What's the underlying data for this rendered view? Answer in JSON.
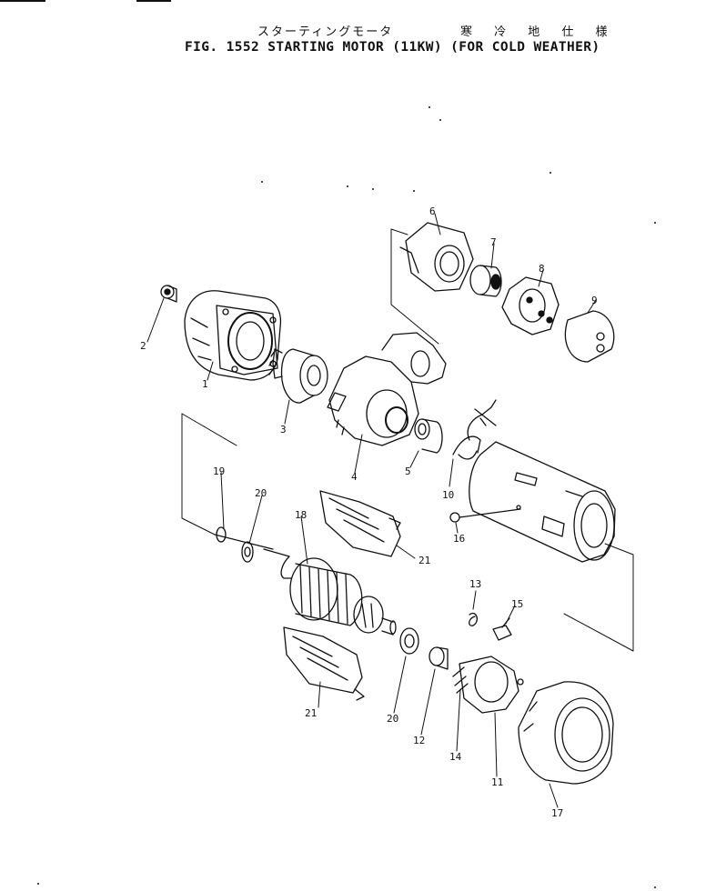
{
  "header": {
    "jp_name": "スターティングモータ",
    "jp_spec": "寒 冷 地 仕 様",
    "fig_title": "FIG. 1552  STARTING MOTOR (11KW) (FOR COLD WEATHER)"
  },
  "callouts": {
    "c1": "1",
    "c2": "2",
    "c3": "3",
    "c4": "4",
    "c5": "5",
    "c6": "6",
    "c7": "7",
    "c8": "8",
    "c9": "9",
    "c10": "10",
    "c11": "11",
    "c12": "12",
    "c13": "13",
    "c14": "14",
    "c15": "15",
    "c16": "16",
    "c17": "17",
    "c18": "18",
    "c19": "19",
    "c20a": "20",
    "c20b": "20",
    "c21a": "21",
    "c21b": "21"
  }
}
